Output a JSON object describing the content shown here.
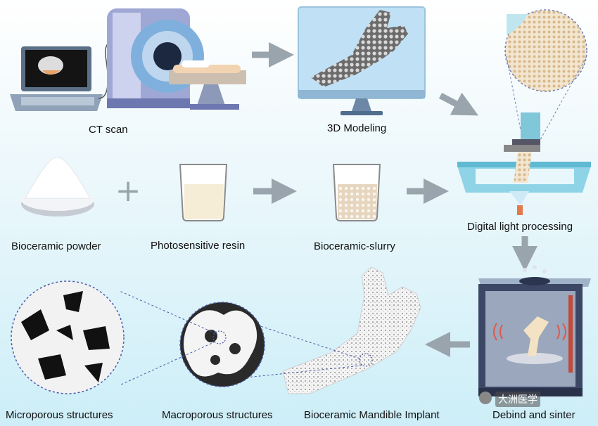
{
  "labels": {
    "ct_scan": "CT scan",
    "modeling_3d": "3D Modeling",
    "digital_light_processing": "Digital light processing",
    "bioceramic_powder": "Bioceramic powder",
    "photosensitive_resin": "Photosensitive resin",
    "bioceramic_slurry": "Bioceramic-slurry",
    "debind_sinter": "Debind and sinter",
    "mandible_implant": "Bioceramic Mandible Implant",
    "macroporous": "Macroporous structures",
    "microporous": "Microporous structures"
  },
  "watermark": "大洲医学",
  "plus_sign": "+",
  "colors": {
    "background_top": "#ffffff",
    "background_bottom": "#d6f0f8",
    "arrow": "#9aa4ad",
    "machine_blue": "#8ab4de",
    "screen_blue": "#bfe0f5"
  }
}
